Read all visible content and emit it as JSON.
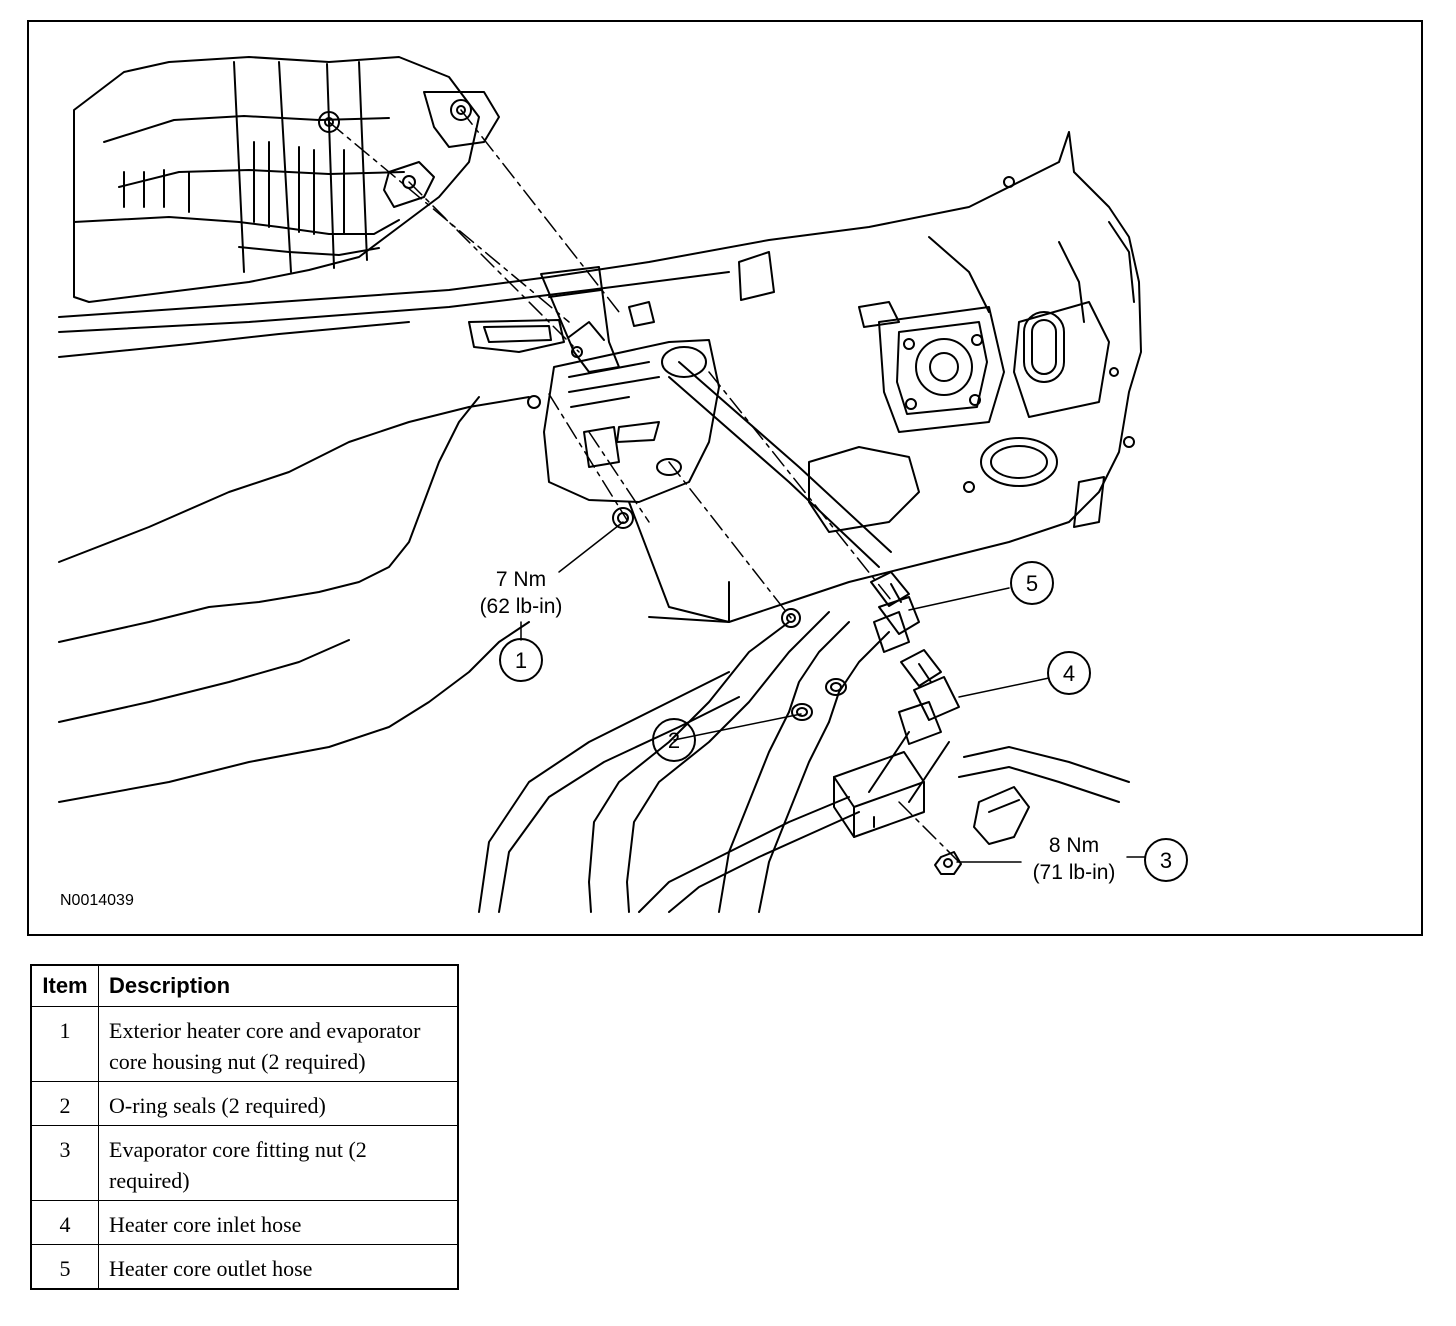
{
  "figure": {
    "id": "N0014039",
    "callouts": [
      {
        "num": "1",
        "torque_nm": "7 Nm",
        "torque_lbin": "(62 lb-in)"
      },
      {
        "num": "2"
      },
      {
        "num": "3",
        "torque_nm": "8 Nm",
        "torque_lbin": "(71 lb-in)"
      },
      {
        "num": "4"
      },
      {
        "num": "5"
      }
    ]
  },
  "legend": {
    "headers": {
      "item": "Item",
      "description": "Description"
    },
    "rows": [
      {
        "item": "1",
        "description": "Exterior heater core and evaporator core housing nut (2 required)"
      },
      {
        "item": "2",
        "description": "O-ring seals (2 required)"
      },
      {
        "item": "3",
        "description": "Evaporator core fitting nut (2 required)"
      },
      {
        "item": "4",
        "description": "Heater core inlet hose"
      },
      {
        "item": "5",
        "description": "Heater core outlet hose"
      }
    ]
  }
}
